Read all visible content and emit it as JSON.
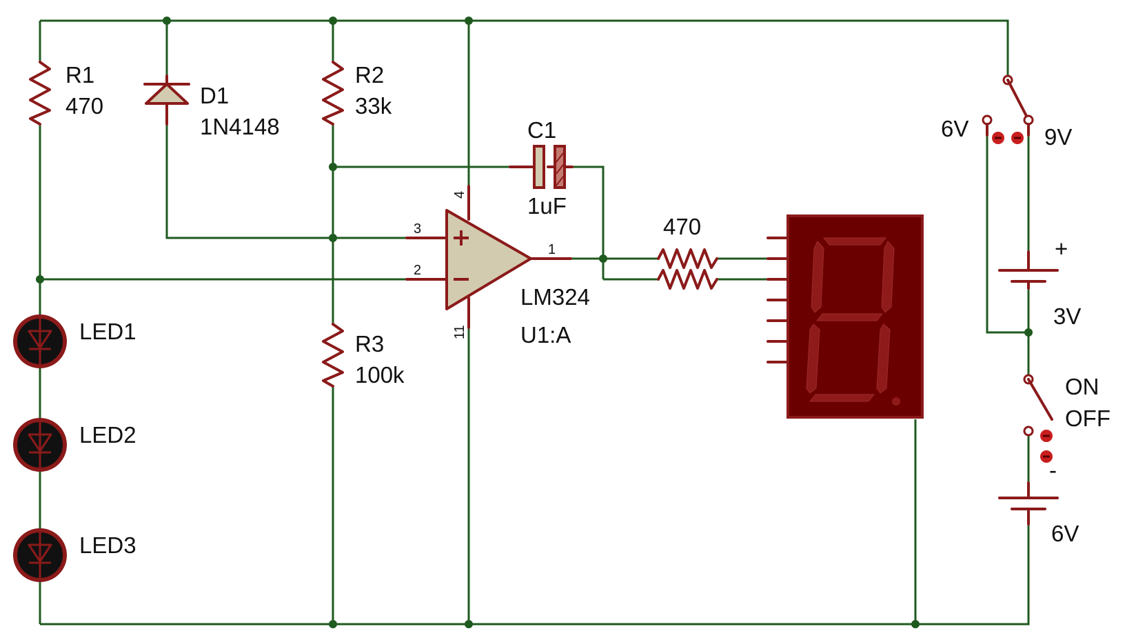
{
  "colors": {
    "wire": "#1f5a1f",
    "component": "#8b1a1a",
    "opamp_fill": "#d2cbb0",
    "display_body": "#6b0000",
    "segment": "#8f1a1a",
    "led_fill": "#111111"
  },
  "r1": {
    "ref": "R1",
    "value": "470"
  },
  "d1": {
    "ref": "D1",
    "value": "1N4148"
  },
  "r2": {
    "ref": "R2",
    "value": "33k"
  },
  "r3": {
    "ref": "R3",
    "value": "100k"
  },
  "c1": {
    "ref": "C1",
    "value": "1uF"
  },
  "u1": {
    "part": "LM324",
    "ref": "U1:A",
    "pin_vcc": "4",
    "pin_plus": "3",
    "pin_minus": "2",
    "pin_out": "1",
    "pin_gnd": "11"
  },
  "rdisp": {
    "value": "470"
  },
  "leds": [
    "LED1",
    "LED2",
    "LED3"
  ],
  "selector": {
    "left": "6V",
    "right": "9V"
  },
  "battery_top": {
    "plus": "+",
    "value": "3V"
  },
  "power_switch": {
    "on": "ON",
    "off": "OFF"
  },
  "battery_bottom": {
    "minus": "-",
    "value": "6V"
  }
}
